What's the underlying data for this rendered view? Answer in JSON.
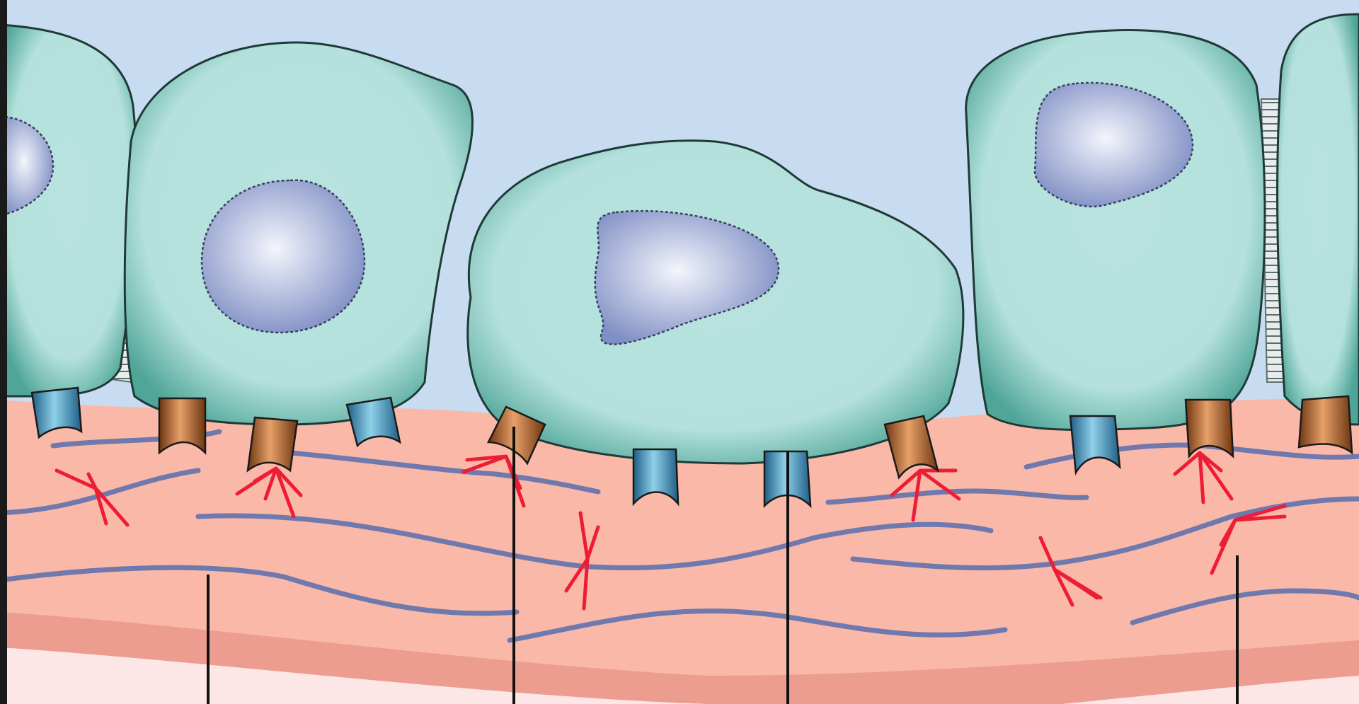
{
  "figure": {
    "colors": {
      "lumen": "#c7dcf0",
      "frame": "#1a1a1a",
      "cell_fill": "#b8e3df",
      "cell_edge": "#4fa597",
      "cell_outline": "#1f3a36",
      "nucleus_light": "#f4f5fc",
      "nucleus_dark": "#7f8fc4",
      "junction": "#5b6e6a",
      "ecm": "#f9b8a8",
      "basal_band": "#ec9d90",
      "below_membrane": "#fde6e6",
      "fiber": "#6f79ad",
      "fibril": "#ee1c35",
      "receptor_blue": "#3d95bf",
      "receptor_brown": "#b8622a"
    },
    "cells": [
      {
        "name": "cell-left-partial"
      },
      {
        "name": "cell-1"
      },
      {
        "name": "cell-2-center"
      },
      {
        "name": "cell-3"
      },
      {
        "name": "cell-right-partial"
      }
    ],
    "receptors": [
      {
        "type": "blue"
      },
      {
        "type": "brown"
      },
      {
        "type": "brown"
      },
      {
        "type": "blue"
      },
      {
        "type": "brown"
      },
      {
        "type": "blue"
      },
      {
        "type": "blue"
      },
      {
        "type": "brown"
      },
      {
        "type": "blue"
      },
      {
        "type": "brown"
      },
      {
        "type": "brown"
      }
    ],
    "leader_lines": [
      {
        "target": "collagen-fiber"
      },
      {
        "target": "brown-receptor"
      },
      {
        "target": "blue-receptor"
      },
      {
        "target": "red-fibril"
      }
    ]
  }
}
